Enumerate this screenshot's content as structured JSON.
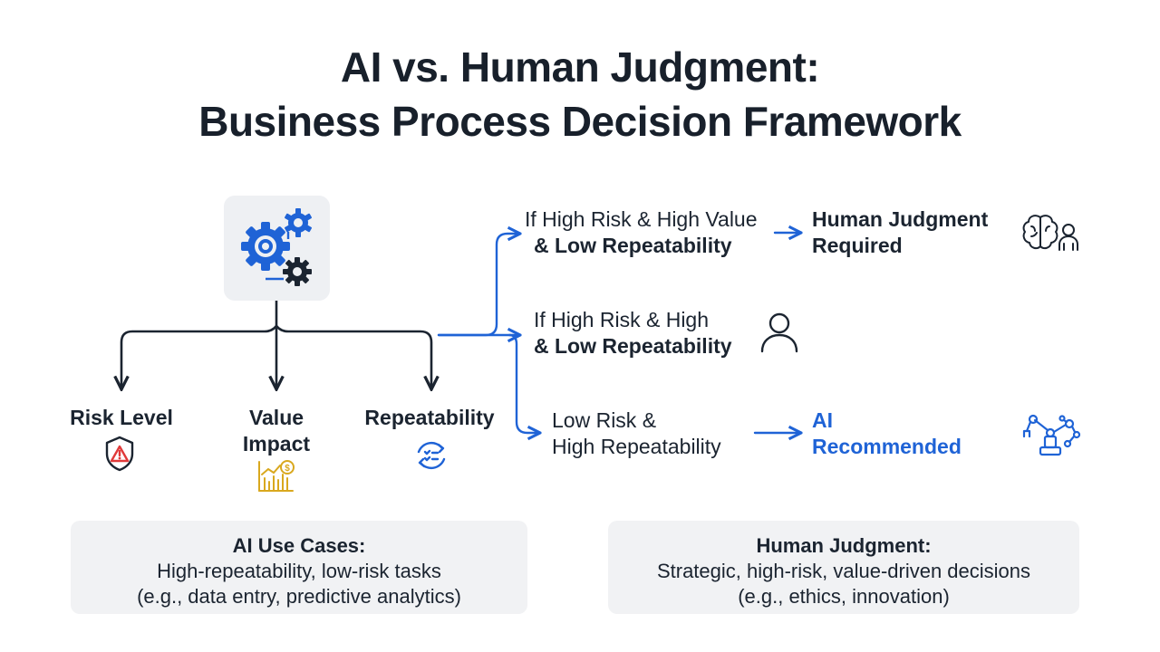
{
  "title": {
    "line1": "AI vs. Human Judgment:",
    "line2": "Business Process Decision Framework"
  },
  "factors": [
    {
      "label": "Risk Level",
      "icon": "warning-shield-icon"
    },
    {
      "label_line1": "Value",
      "label_line2": "Impact",
      "icon": "chart-dollar-icon"
    },
    {
      "label": "Repeatability",
      "icon": "cycle-checklist-icon"
    }
  ],
  "hub": {
    "icon": "gears-icon"
  },
  "conditions": [
    {
      "line1": "If High Risk & High Value",
      "line2": "& Low Repeatability"
    },
    {
      "line1": "If High Risk & High",
      "line2": "& Low Repeatability"
    },
    {
      "line1": "Low Risk &",
      "line2": "High Repeatability"
    }
  ],
  "outcomes": [
    {
      "line1": "Human Judgment",
      "line2": "Required",
      "icon": "brain-person-icon",
      "color": "#1b2430"
    },
    {
      "icon": "person-icon"
    },
    {
      "line1": "AI",
      "line2": "Recommended",
      "icon": "robot-arm-icon",
      "color": "#1f63d6"
    }
  ],
  "cards": {
    "ai": {
      "heading": "AI Use Cases:",
      "line1": "High-repeatability, low-risk tasks",
      "line2": "(e.g., data entry, predictive analytics)"
    },
    "human": {
      "heading": "Human Judgment:",
      "line1": "Strategic, high-risk, value-driven decisions",
      "line2": "(e.g., ethics, innovation)"
    }
  },
  "colors": {
    "accent_blue": "#1f63d6",
    "dark": "#1b2430",
    "warning_red": "#e03a3a",
    "gold": "#d9a81e"
  }
}
